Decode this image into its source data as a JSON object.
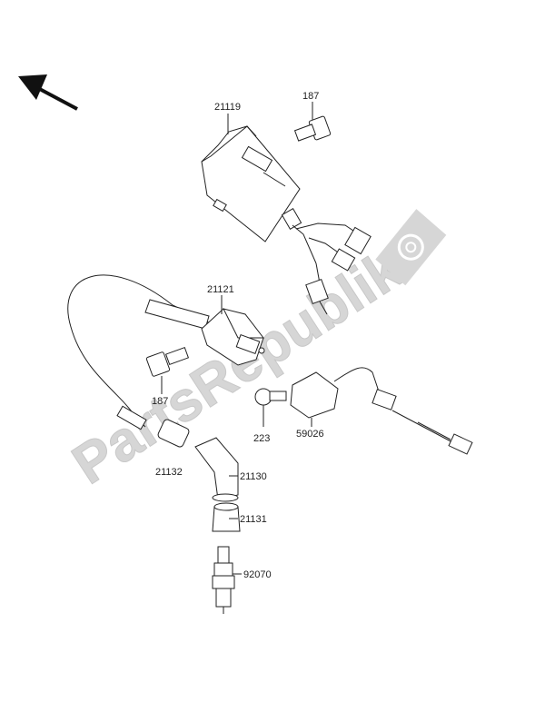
{
  "watermark": {
    "text": "PartsRepublik",
    "color": "#d4d4d4",
    "icon": "gear-icon"
  },
  "orientation_arrow": {
    "icon": "arrow-up-left-icon"
  },
  "parts": [
    {
      "number": "21119",
      "name": "ignition-unit"
    },
    {
      "number": "187",
      "name": "bolt-top"
    },
    {
      "number": "21121",
      "name": "ignition-coil"
    },
    {
      "number": "187",
      "name": "bolt-coil"
    },
    {
      "number": "223",
      "name": "screw"
    },
    {
      "number": "59026",
      "name": "sensor"
    },
    {
      "number": "21132",
      "name": "cap-sleeve"
    },
    {
      "number": "21130",
      "name": "plug-cap"
    },
    {
      "number": "21131",
      "name": "plug-boot"
    },
    {
      "number": "92070",
      "name": "spark-plug"
    }
  ]
}
